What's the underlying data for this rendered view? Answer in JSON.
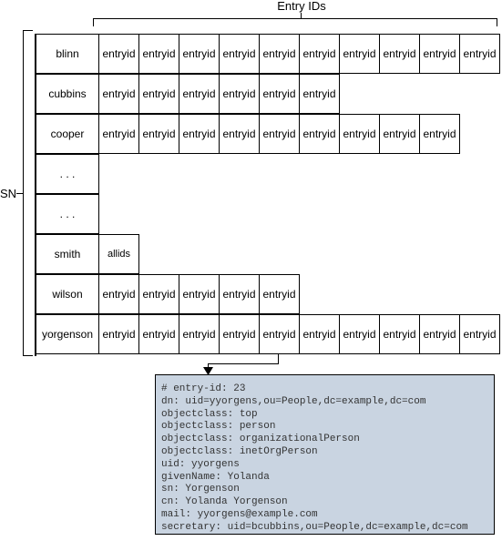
{
  "header": {
    "entry_ids_label": "Entry IDs"
  },
  "side": {
    "sn_label": "SN"
  },
  "rows": [
    {
      "key": "blinn",
      "ids": [
        "entryid",
        "entryid",
        "entryid",
        "entryid",
        "entryid",
        "entryid",
        "entryid",
        "entryid",
        "entryid",
        "entryid"
      ]
    },
    {
      "key": "cubbins",
      "ids": [
        "entryid",
        "entryid",
        "entryid",
        "entryid",
        "entryid",
        "entryid"
      ]
    },
    {
      "key": "cooper",
      "ids": [
        "entryid",
        "entryid",
        "entryid",
        "entryid",
        "entryid",
        "entryid",
        "entryid",
        "entryid",
        "entryid"
      ]
    },
    {
      "key": ". . .",
      "ids": []
    },
    {
      "key": ". . .",
      "ids": []
    },
    {
      "key": "smith",
      "ids": [
        "allids"
      ]
    },
    {
      "key": "wilson",
      "ids": [
        "entryid",
        "entryid",
        "entryid",
        "entryid",
        "entryid"
      ]
    },
    {
      "key": "yorgenson",
      "ids": [
        "entryid",
        "entryid",
        "entryid",
        "entryid",
        "entryid",
        "entryid",
        "entryid",
        "entryid",
        "entryid",
        "entryid"
      ]
    }
  ],
  "record": {
    "lines": [
      "# entry-id: 23",
      "dn: uid=yyorgens,ou=People,dc=example,dc=com",
      "objectclass: top",
      "objectclass: person",
      "objectclass: organizationalPerson",
      "objectclass: inetOrgPerson",
      "uid: yyorgens",
      "givenName: Yolanda",
      "sn: Yorgenson",
      "cn: Yolanda Yorgenson",
      "mail: yyorgens@example.com",
      "secretary: uid=bcubbins,ou=People,dc=example,dc=com"
    ]
  }
}
